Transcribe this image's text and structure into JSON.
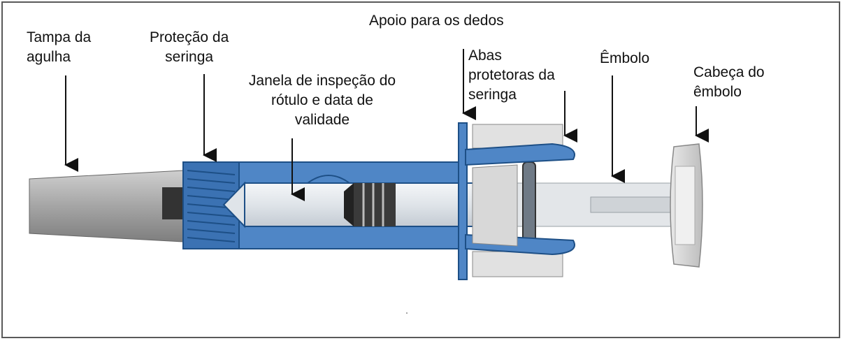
{
  "labels": {
    "needle_cap": [
      "Tampa da",
      "agulha"
    ],
    "syringe_guard": [
      "Proteção da",
      "seringa"
    ],
    "inspection_window": [
      "Janela de inspeção do",
      "rótulo e data de",
      "validade"
    ],
    "finger_grip": "Apoio para os dedos",
    "guard_wings": [
      "Abas",
      "protetoras da",
      "seringa"
    ],
    "plunger": "Êmbolo",
    "plunger_head": [
      "Cabeça do",
      "êmbolo"
    ]
  },
  "colors": {
    "guard_blue": "#4f86c6",
    "guard_dark": "#1d4f86",
    "cap_gray": "#a9a9a9",
    "barrel_light": "#e9edf1"
  }
}
